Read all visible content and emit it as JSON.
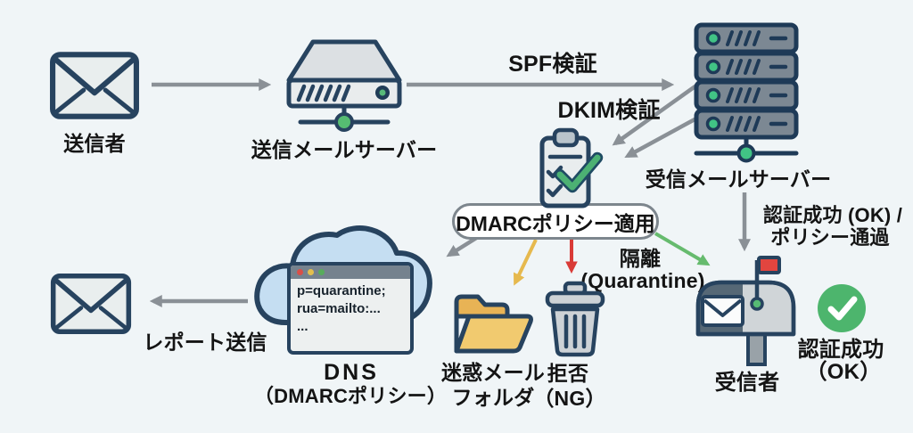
{
  "diagram_title": "DMARC email authentication flow",
  "nodes": {
    "sender": {
      "label": "送信者"
    },
    "outgoing_server": {
      "label": "送信メールサーバー"
    },
    "incoming_server": {
      "label": "受信メールサーバー"
    },
    "dmarc_check": {
      "label": "DMARCポリシー適用"
    },
    "dns": {
      "label_line1": "DNS",
      "label_line2": "（DMARCポリシー）",
      "record_lines": [
        "p=quarantine;",
        "rua=mailto:...",
        "..."
      ]
    },
    "spam_folder": {
      "label_line1": "迷惑メール",
      "label_line2": "フォルダ"
    },
    "reject": {
      "label_line1": "拒否",
      "label_line2": "（NG）"
    },
    "recipient": {
      "label": "受信者"
    },
    "auth_ok_badge": {
      "label_line1": "認証成功",
      "label_line2": "（OK）"
    },
    "report": {
      "label": "レポート送信"
    }
  },
  "edges": {
    "spf": {
      "label": "SPF検証"
    },
    "dkim": {
      "label": "DKIM検証"
    },
    "quarantine": {
      "label_line1": "隔離",
      "label_line2": "(Quarantine)"
    },
    "auth_pass": {
      "label_line1": "認証成功 (OK) /",
      "label_line2": "ポリシー通過"
    }
  },
  "colors": {
    "background": "#f0f5f7",
    "outline_navy": "#27435f",
    "arrow_gray": "#8a9096",
    "arrow_yellow": "#e6b94e",
    "arrow_red": "#d93b37",
    "arrow_green": "#66bb6e",
    "cloud_fill": "#c5def2",
    "folder_front": "#f1ca6f",
    "folder_back": "#e8b355",
    "success_green": "#4db56d",
    "check_green": "#4cb173",
    "flag_red": "#e2453f",
    "led_green": "#41c385",
    "rack_gray": "#7c8893",
    "server_face": "#e9eced",
    "window_bar": "#75828e",
    "window_dot_red": "#d94f48",
    "window_dot_yellow": "#e3bf4e",
    "window_dot_green": "#57ac5c"
  }
}
